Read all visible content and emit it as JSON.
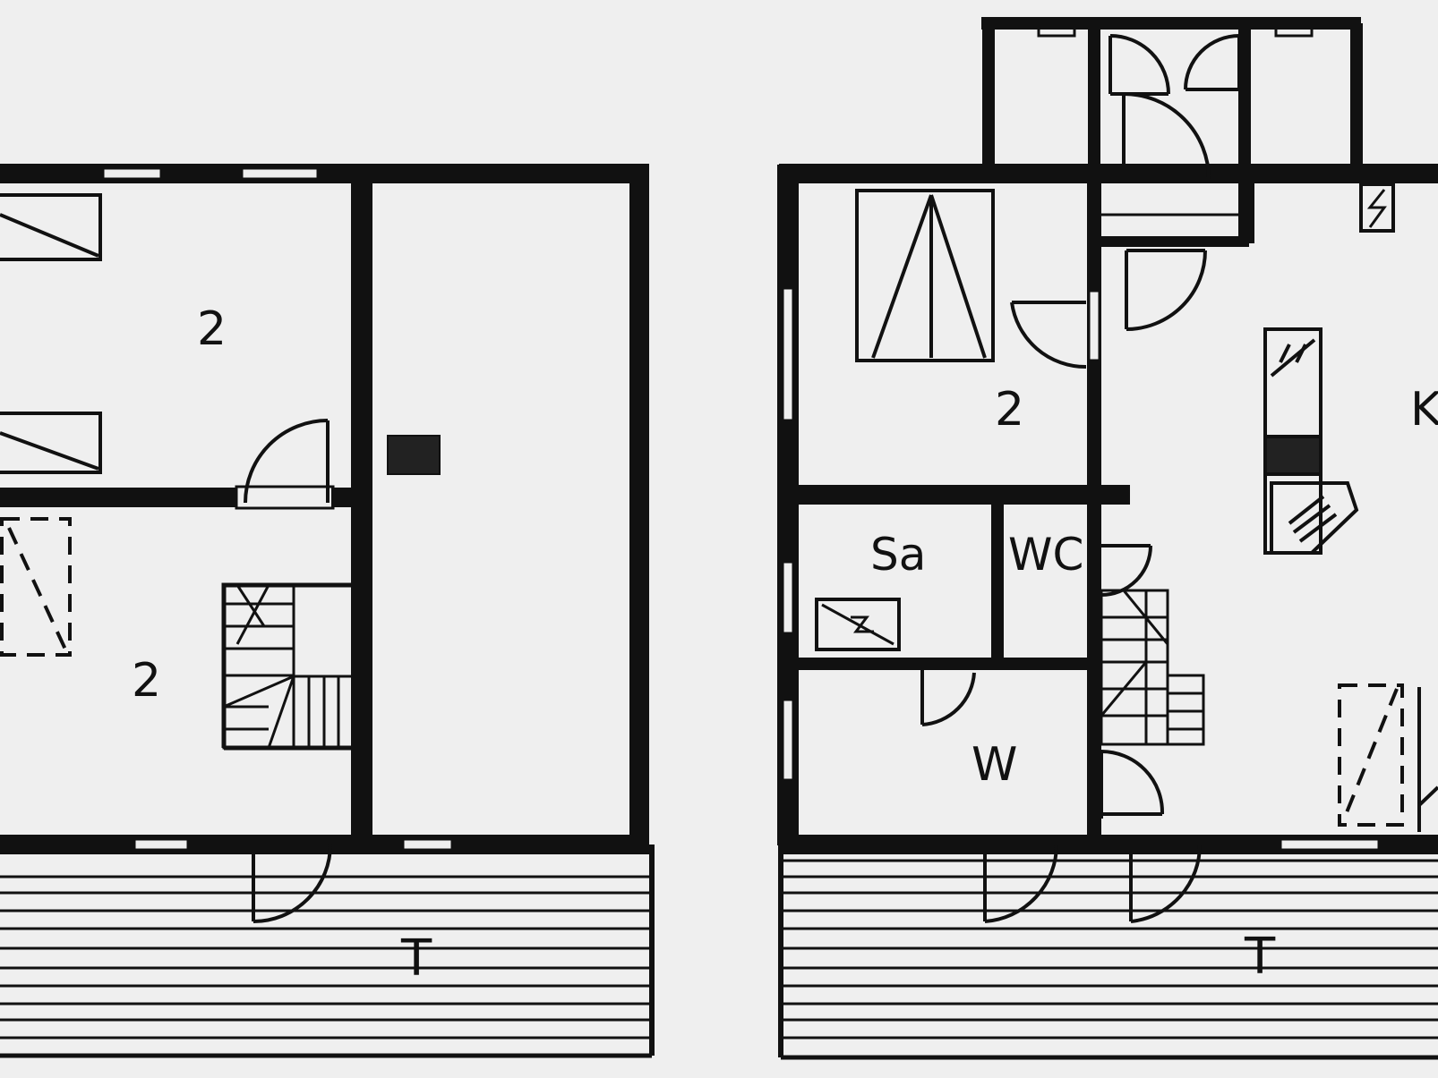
{
  "colors": {
    "paper": "#efefef",
    "ink": "#111111"
  },
  "plan": {
    "rooms": {
      "bedroom_top_left": "2",
      "bedroom_bottom_left": "2",
      "bedroom_right": "2",
      "sauna": "Sa",
      "toilet": "WC",
      "washroom": "W",
      "kitchen": "K"
    },
    "terraces": {
      "left": "T",
      "right": "T"
    }
  }
}
